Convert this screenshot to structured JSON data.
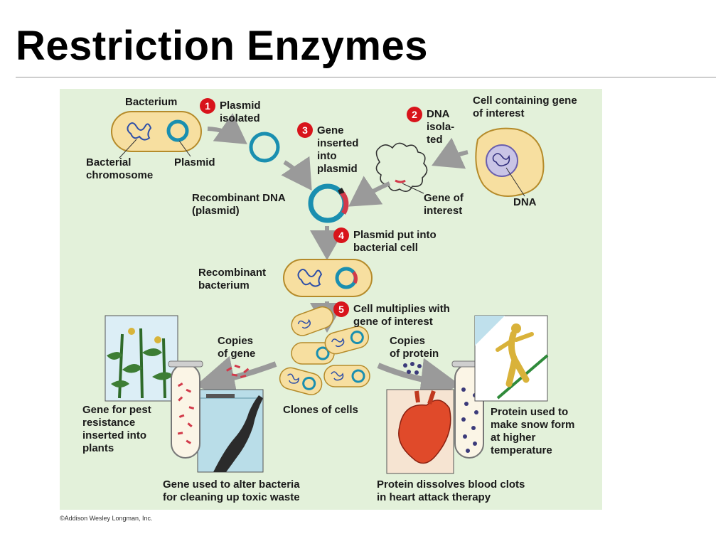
{
  "slide": {
    "title": "Restriction Enzymes",
    "credit": "©Addison Wesley Longman, Inc."
  },
  "diagram": {
    "steps": [
      {
        "number": "1",
        "text": "Plasmid\nisolated"
      },
      {
        "number": "2",
        "text": "DNA\nisola-\nted"
      },
      {
        "number": "3",
        "text": "Gene\ninserted\ninto\nplasmid"
      },
      {
        "number": "4",
        "text": "Plasmid put into\nbacterial cell"
      },
      {
        "number": "5",
        "text": "Cell multiplies with\ngene of interest"
      }
    ],
    "labels": {
      "bacterium": "Bacterium",
      "bacterial_chromosome": "Bacterial\nchromosome",
      "plasmid": "Plasmid",
      "cell_containing_gene": "Cell containing gene\nof interest",
      "dna": "DNA",
      "gene_of_interest": "Gene of\ninterest",
      "recombinant_dna": "Recombinant DNA\n(plasmid)",
      "recombinant_bacterium": "Recombinant\nbacterium",
      "copies_of_gene": "Copies\nof gene",
      "copies_of_protein": "Copies\nof protein",
      "clones_of_cells": "Clones of cells",
      "gene_pest_resistance": "Gene for pest\nresistance\ninserted into\nplants",
      "gene_toxic_waste": "Gene used to alter bacteria\nfor cleaning up toxic waste",
      "protein_blood_clots": "Protein dissolves blood clots\nin heart attack therapy",
      "protein_snow": "Protein used to\nmake snow form\nat higher\ntemperature"
    },
    "colors": {
      "background": "#e3f1da",
      "cell_fill": "#f7dfa0",
      "plasmid_ring": "#1a8fb0",
      "step_badge": "#d8141b",
      "gene_segment": "#d23a4a",
      "arrow": "#9a9a9a"
    }
  }
}
